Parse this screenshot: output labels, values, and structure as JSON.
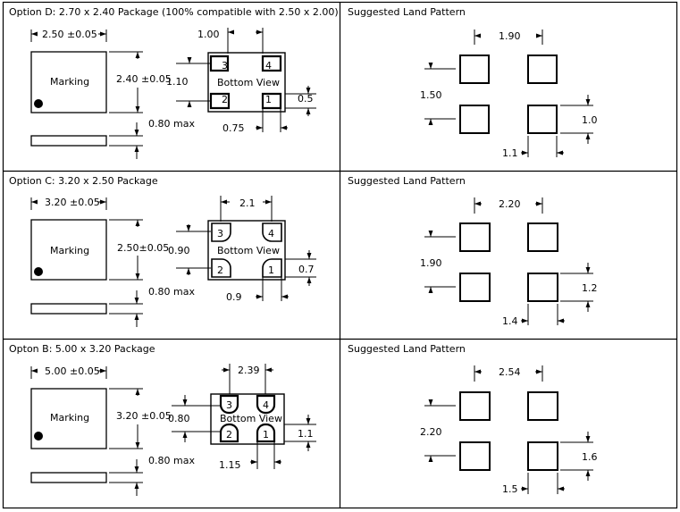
{
  "rows": [
    {
      "title": "Option D: 2.70 x 2.40 Package (100% compatible with 2.50 x 2.00)",
      "land_title": "Suggested Land Pattern",
      "marking": "Marking",
      "bottom_view": "Bottom View",
      "dims": {
        "width": "2.50 ±0.05",
        "height": "2.40 ±0.05",
        "thickness": "0.80 max",
        "pad_pitch_x": "1.00",
        "pad_pitch_y": "1.10",
        "pad_h": "0.5",
        "pad_w": "0.75"
      },
      "land": {
        "pitch_x": "1.90",
        "pitch_y": "1.50",
        "pad_h": "1.0",
        "pad_w": "1.1"
      },
      "pins": [
        "3",
        "4",
        "2",
        "1"
      ]
    },
    {
      "title": "Option C:  3.20 x 2.50 Package",
      "land_title": "Suggested Land Pattern",
      "marking": "Marking",
      "bottom_view": "Bottom View",
      "dims": {
        "width": "3.20 ±0.05",
        "height": "2.50±0.05",
        "thickness": "0.80 max",
        "pad_pitch_x": "2.1",
        "pad_pitch_y": "0.90",
        "pad_h": "0.7",
        "pad_w": "0.9"
      },
      "land": {
        "pitch_x": "2.20",
        "pitch_y": "1.90",
        "pad_h": "1.2",
        "pad_w": "1.4"
      },
      "pins": [
        "3",
        "4",
        "2",
        "1"
      ]
    },
    {
      "title": "Opton B:  5.00 x 3.20 Package",
      "land_title": "Suggested Land Pattern",
      "marking": "Marking",
      "bottom_view": "Bottom View",
      "dims": {
        "width": "5.00 ±0.05",
        "height": "3.20 ±0.05",
        "thickness": "0.80 max",
        "pad_pitch_x": "2.39",
        "pad_pitch_y": "0.80",
        "pad_h": "1.1",
        "pad_w": "1.15"
      },
      "land": {
        "pitch_x": "2.54",
        "pitch_y": "2.20",
        "pad_h": "1.6",
        "pad_w": "1.5"
      },
      "pins": [
        "3",
        "4",
        "2",
        "1"
      ]
    }
  ]
}
